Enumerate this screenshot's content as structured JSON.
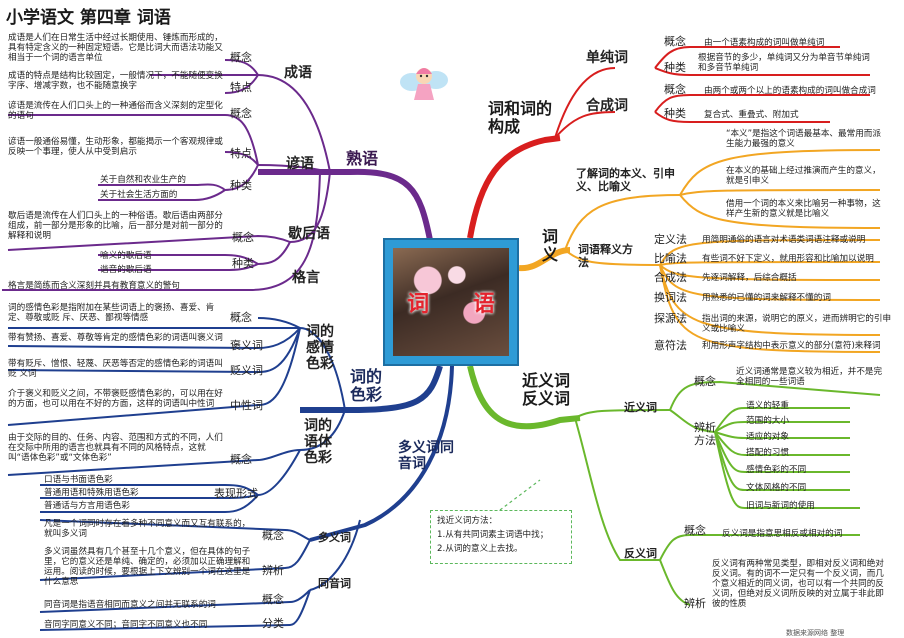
{
  "title": "小学语文  第四章  词语",
  "center": "词 语",
  "colors": {
    "purple": "#6b2a8c",
    "red": "#d81e1e",
    "orange": "#f2a623",
    "green": "#6ab82c",
    "navy": "#1f3f8f"
  },
  "branch": {
    "shuyu": "熟语",
    "goucheng": "词和词的构成",
    "ciyi": "词义",
    "secai": "词的色彩",
    "jinfan": "近义词反义词",
    "duoyi": "多义词同音词"
  },
  "shuyu": {
    "chengyu": "成语",
    "yanyu": "谚语",
    "xiehouyu": "歇后语",
    "geyan": "格言",
    "gainian": "概念",
    "tedian": "特点",
    "zhonglei": "种类",
    "cy_concept": "成语是人们在日常生活中经过长期使用、锤炼而形成的，具有特定含义的一种固定短语。它是比词大而语法功能又相当于一个词的语言单位",
    "cy_feature": "成语的特点是结构比较固定，一般情况下，不能随便变换字序、增减字数，也不能随意换字",
    "yy_concept": "谚语是流传在人们口头上的一种通俗而含义深刻的定型化的语句",
    "yy_feature": "谚语一般通俗易懂，生动形象，都能揭示一个客观规律或反映一个事理，使人从中受到启示",
    "yy_kind1": "关于自然和农业生产的",
    "yy_kind2": "关于社会生活方面的",
    "xh_concept": "歇后语是流传在人们口头上的一种俗语。歇后语由两部分组成，前一部分是形象的比喻，后一部分是对前一部分的解释和说明",
    "xh_kind1": "喻义的歇后语",
    "xh_kind2": "谐音的歇后语",
    "gy_text": "格言是简练而含义深刻并具有教育意义的警句"
  },
  "secai": {
    "ganqing": "词的感情色彩",
    "yuti": "词的语体色彩",
    "gainian": "概念",
    "baoyi": "褒义词",
    "bianyi": "贬义词",
    "zhongxing": "中性词",
    "biaoxian": "表现形式",
    "gq_concept": "词的感情色彩是指附加在某些词语上的褒扬、喜爱、肯定、尊敬或贬 斥、厌恶、鄙视等情感",
    "baoyi_text": "带有赞扬、喜爱、尊敬等肯定的感情色彩的词语叫褒义词",
    "bianyi_text": "带有贬斥、憎恨、轻蔑、厌恶等否定的感情色彩的词语叫贬 义词",
    "zhong_text": "介于褒义和贬义之间，不带褒贬感情色彩的，可以用在好的方面，也可以用在不好的方面，这样的词语叫中性词",
    "yt_concept": "由于交际的目的、任务、内容、范围和方式的不同，人们在交际中所用的语言也就具有不同的风格特点，这就叫“语体色彩”或“文体色彩”",
    "form1": "口语与书面语色彩",
    "form2": "普通用语和特殊用语色彩",
    "form3": "普通话与方言用语色彩"
  },
  "duoyi": {
    "duoyici": "多义词",
    "tongyin": "同音词",
    "gainian": "概念",
    "jiexi": "辨析",
    "fenlei": "分类",
    "dy_concept": "凡是一个词同时存在着多种不同意义而又互有联系的，就叫多义词",
    "dy_analysis": "多义词虽然具有几个甚至十几个意义，但在具体的句子里，它的意义还是单纯、确定的，必须加以正确理解和运用。阅读的时候，要根据上下文辨别一个词在这里是什么意思",
    "ty_concept": "同音词是指语音相同而意义之间并无联系的词",
    "ty_kind": "音同字同意义不同；音同字不同意义也不同"
  },
  "note": {
    "l1": "找近义词方法：",
    "l2": "1.从有共同词素主词语中找；",
    "l3": "2.从词的意义上去找。"
  },
  "goucheng": {
    "danchun": "单纯词",
    "hecheng": "合成词",
    "gainian": "概念",
    "zhonglei": "种类",
    "dc_concept": "由一个语素构成的词叫做单纯词",
    "dc_kind": "根据音节的多少，单纯词又分为单音节单纯词和多音节单纯词",
    "hc_concept": "由两个或两个以上的语素构成的词叫做合成词",
    "hc_kind": "复合式、重叠式、附加式"
  },
  "ciyi": {
    "liaojie": "了解词的本义、引申义、比喻义",
    "shifa": "词语释义方法",
    "benyi": "“本义”是指这个词语最基本、最常用而派生能力最强的意义",
    "yinshen": "在本义的基础上经过推演而产生的意义，就是引申义",
    "biyu": "借用一个词的本义来比喻另一种事物，这样产生新的意义就是比喻义",
    "methods": [
      {
        "name": "定义法",
        "desc": "用简明通俗的语言对术语类词语注释或说明"
      },
      {
        "name": "比喻法",
        "desc": "有些词不好下定义，就用形容和比喻加以说明"
      },
      {
        "name": "合成法",
        "desc": "先逐词解释，后综合概括"
      },
      {
        "name": "换词法",
        "desc": "用熟悉的已懂的词来解释不懂的词"
      },
      {
        "name": "探源法",
        "desc": "指出词的来源，说明它的原义，进而辨明它的引申义或比喻义"
      },
      {
        "name": "意符法",
        "desc": "利用形声字结构中表示意义的部分(意符)来释词"
      }
    ]
  },
  "jinfan": {
    "jinyi": "近义词",
    "fanyi": "反义词",
    "gainian": "概念",
    "bianxi": "辨析方法",
    "jiexi": "辨析",
    "jy_concept": "近义词通常是意义较为相近，并不是完全相同的一些词语",
    "jy_methods": [
      "语义的轻重",
      "范围的大小",
      "适应的对象",
      "搭配的习惯",
      "感情色彩的不同",
      "文体风格的不同",
      "旧词与新词的使用"
    ],
    "fy_concept": "反义词是指意思相反或相对的词",
    "fy_analysis": "反义词有两种常见类型，即相对反义词和绝对反义词。有的词不一定只有一个反义词，而几个意义相近的同义词，也可以有一个共同的反义词，但绝对反义词所反映的对立属于非此即彼的性质"
  },
  "footer": "数据来源网络 整理"
}
